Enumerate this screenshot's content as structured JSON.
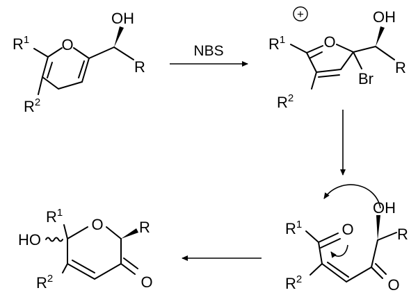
{
  "reaction": {
    "reagent": "NBS"
  },
  "compound_1": {
    "r1": "R",
    "r1_sup": "1",
    "r2": "R",
    "r2_sup": "2",
    "ring_o": "O",
    "oh": "OH",
    "r": "R"
  },
  "intermediate_2": {
    "charge": "+",
    "r1": "R",
    "r1_sup": "1",
    "r2": "R",
    "r2_sup": "2",
    "ring_o": "O",
    "br": "Br",
    "oh": "OH",
    "r": "R"
  },
  "dicarbonyl_3": {
    "r1": "R",
    "r1_sup": "1",
    "r2": "R",
    "r2_sup": "2",
    "o_top": "O",
    "o_bottom": "O",
    "oh": "OH",
    "r": "R"
  },
  "pyranone_4": {
    "r1": "R",
    "r1_sup": "1",
    "r2": "R",
    "r2_sup": "2",
    "ho": "HO",
    "ring_o": "O",
    "r": "R",
    "carbonyl_o": "O"
  }
}
